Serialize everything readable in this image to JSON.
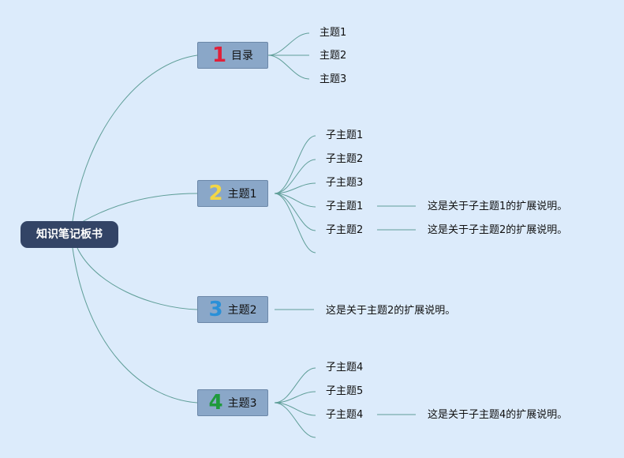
{
  "root": {
    "label": "知识笔记板书"
  },
  "branches": [
    {
      "number": "1",
      "number_color": "#e0203a",
      "label": "目录",
      "children": [
        "主题1",
        "主题2",
        "主题3"
      ]
    },
    {
      "number": "2",
      "number_color": "#f2d645",
      "label": "主题1",
      "children": [
        "子主题1",
        "子主题2",
        "子主题3",
        "子主题1",
        "子主题2"
      ],
      "notes": [
        "这是关于子主题1的扩展说明。",
        "这是关于子主题2的扩展说明。"
      ]
    },
    {
      "number": "3",
      "number_color": "#2a90d8",
      "label": "主题2",
      "note": "这是关于主题2的扩展说明。"
    },
    {
      "number": "4",
      "number_color": "#1f9a3c",
      "label": "主题3",
      "children": [
        "子主题4",
        "子主题5",
        "子主题4"
      ],
      "notes": [
        "这是关于子主题4的扩展说明。"
      ]
    }
  ],
  "colors": {
    "background": "#dcebfb",
    "connector": "#5f9e98",
    "root": "#334466",
    "branch": "#8aa7c8"
  }
}
